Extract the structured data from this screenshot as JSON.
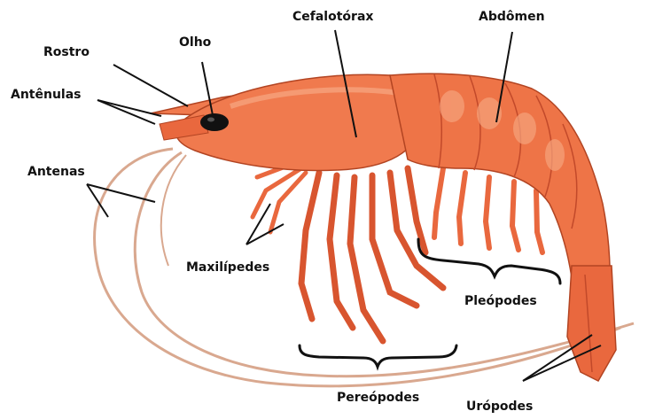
{
  "diagram": {
    "colors": {
      "body": "#f07a4e",
      "body_light": "#f6a37d",
      "body_dark": "#d8552f",
      "outline": "#b24422",
      "antenna": "#d9a88f",
      "eye": "#111111",
      "line": "#111111"
    },
    "labels": {
      "rostro": "Rostro",
      "olho": "Olho",
      "cefalotorax": "Cefalotórax",
      "abdomen": "Abdômen",
      "antenulas": "Antênulas",
      "antenas": "Antenas",
      "maxilipedes": "Maxilípedes",
      "pleopodes": "Pleópodes",
      "pereopodes": "Pereópodes",
      "uropodes": "Urópodes"
    }
  }
}
